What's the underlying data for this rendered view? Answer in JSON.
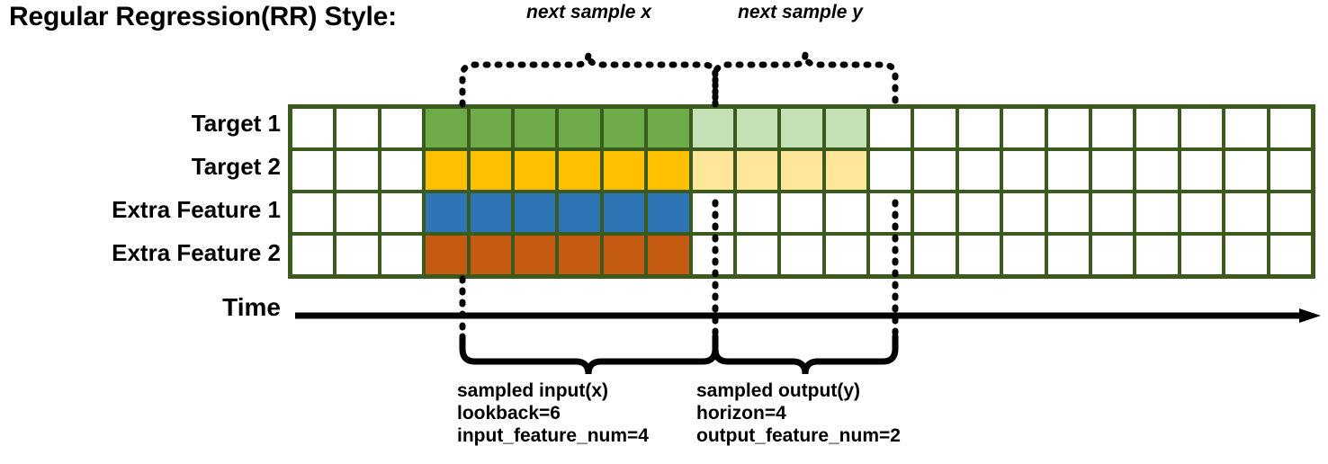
{
  "title": "Regular Regression(RR) Style:",
  "rows": [
    {
      "label": "Target 1",
      "color_key": "green",
      "light_key": "light_green"
    },
    {
      "label": "Target 2",
      "color_key": "yellow",
      "light_key": "light_yellow"
    },
    {
      "label": "Extra Feature 1",
      "color_key": "blue",
      "light_key": "white"
    },
    {
      "label": "Extra Feature 2",
      "color_key": "orange",
      "light_key": "white"
    }
  ],
  "grid": {
    "columns": 23,
    "rows": 4,
    "lead_white_columns": 3,
    "input_columns": 6,
    "output_columns": 4,
    "trailing_white_columns": 10,
    "border_color": "#3a5a1e",
    "cell_fill": [
      [
        "white",
        "white",
        "white",
        "green",
        "green",
        "green",
        "green",
        "green",
        "green",
        "light_green",
        "light_green",
        "light_green",
        "light_green",
        "white",
        "white",
        "white",
        "white",
        "white",
        "white",
        "white",
        "white",
        "white",
        "white"
      ],
      [
        "white",
        "white",
        "white",
        "yellow",
        "yellow",
        "yellow",
        "yellow",
        "yellow",
        "yellow",
        "light_yellow",
        "light_yellow",
        "light_yellow",
        "light_yellow",
        "white",
        "white",
        "white",
        "white",
        "white",
        "white",
        "white",
        "white",
        "white",
        "white"
      ],
      [
        "white",
        "white",
        "white",
        "blue",
        "blue",
        "blue",
        "blue",
        "blue",
        "blue",
        "white",
        "white",
        "white",
        "white",
        "white",
        "white",
        "white",
        "white",
        "white",
        "white",
        "white",
        "white",
        "white",
        "white"
      ],
      [
        "white",
        "white",
        "white",
        "orange",
        "orange",
        "orange",
        "orange",
        "orange",
        "orange",
        "white",
        "white",
        "white",
        "white",
        "white",
        "white",
        "white",
        "white",
        "white",
        "white",
        "white",
        "white",
        "white",
        "white"
      ]
    ]
  },
  "colors": {
    "white": "#ffffff",
    "green": "#6dab49",
    "light_green": "#c5e0b4",
    "yellow": "#ffc000",
    "light_yellow": "#ffe699",
    "blue": "#2e75b6",
    "orange": "#c55a11",
    "border": "#3a5a1e",
    "line": "#000000"
  },
  "time_axis": {
    "label": "Time"
  },
  "annotations": {
    "top": [
      {
        "text": "next sample x"
      },
      {
        "text": "next sample y"
      }
    ],
    "bottom": [
      {
        "line1": "sampled input(x)",
        "line2": "lookback=6",
        "line3": "input_feature_num=4"
      },
      {
        "line1": "sampled output(y)",
        "line2": "horizon=4",
        "line3": "output_feature_num=2"
      }
    ]
  }
}
